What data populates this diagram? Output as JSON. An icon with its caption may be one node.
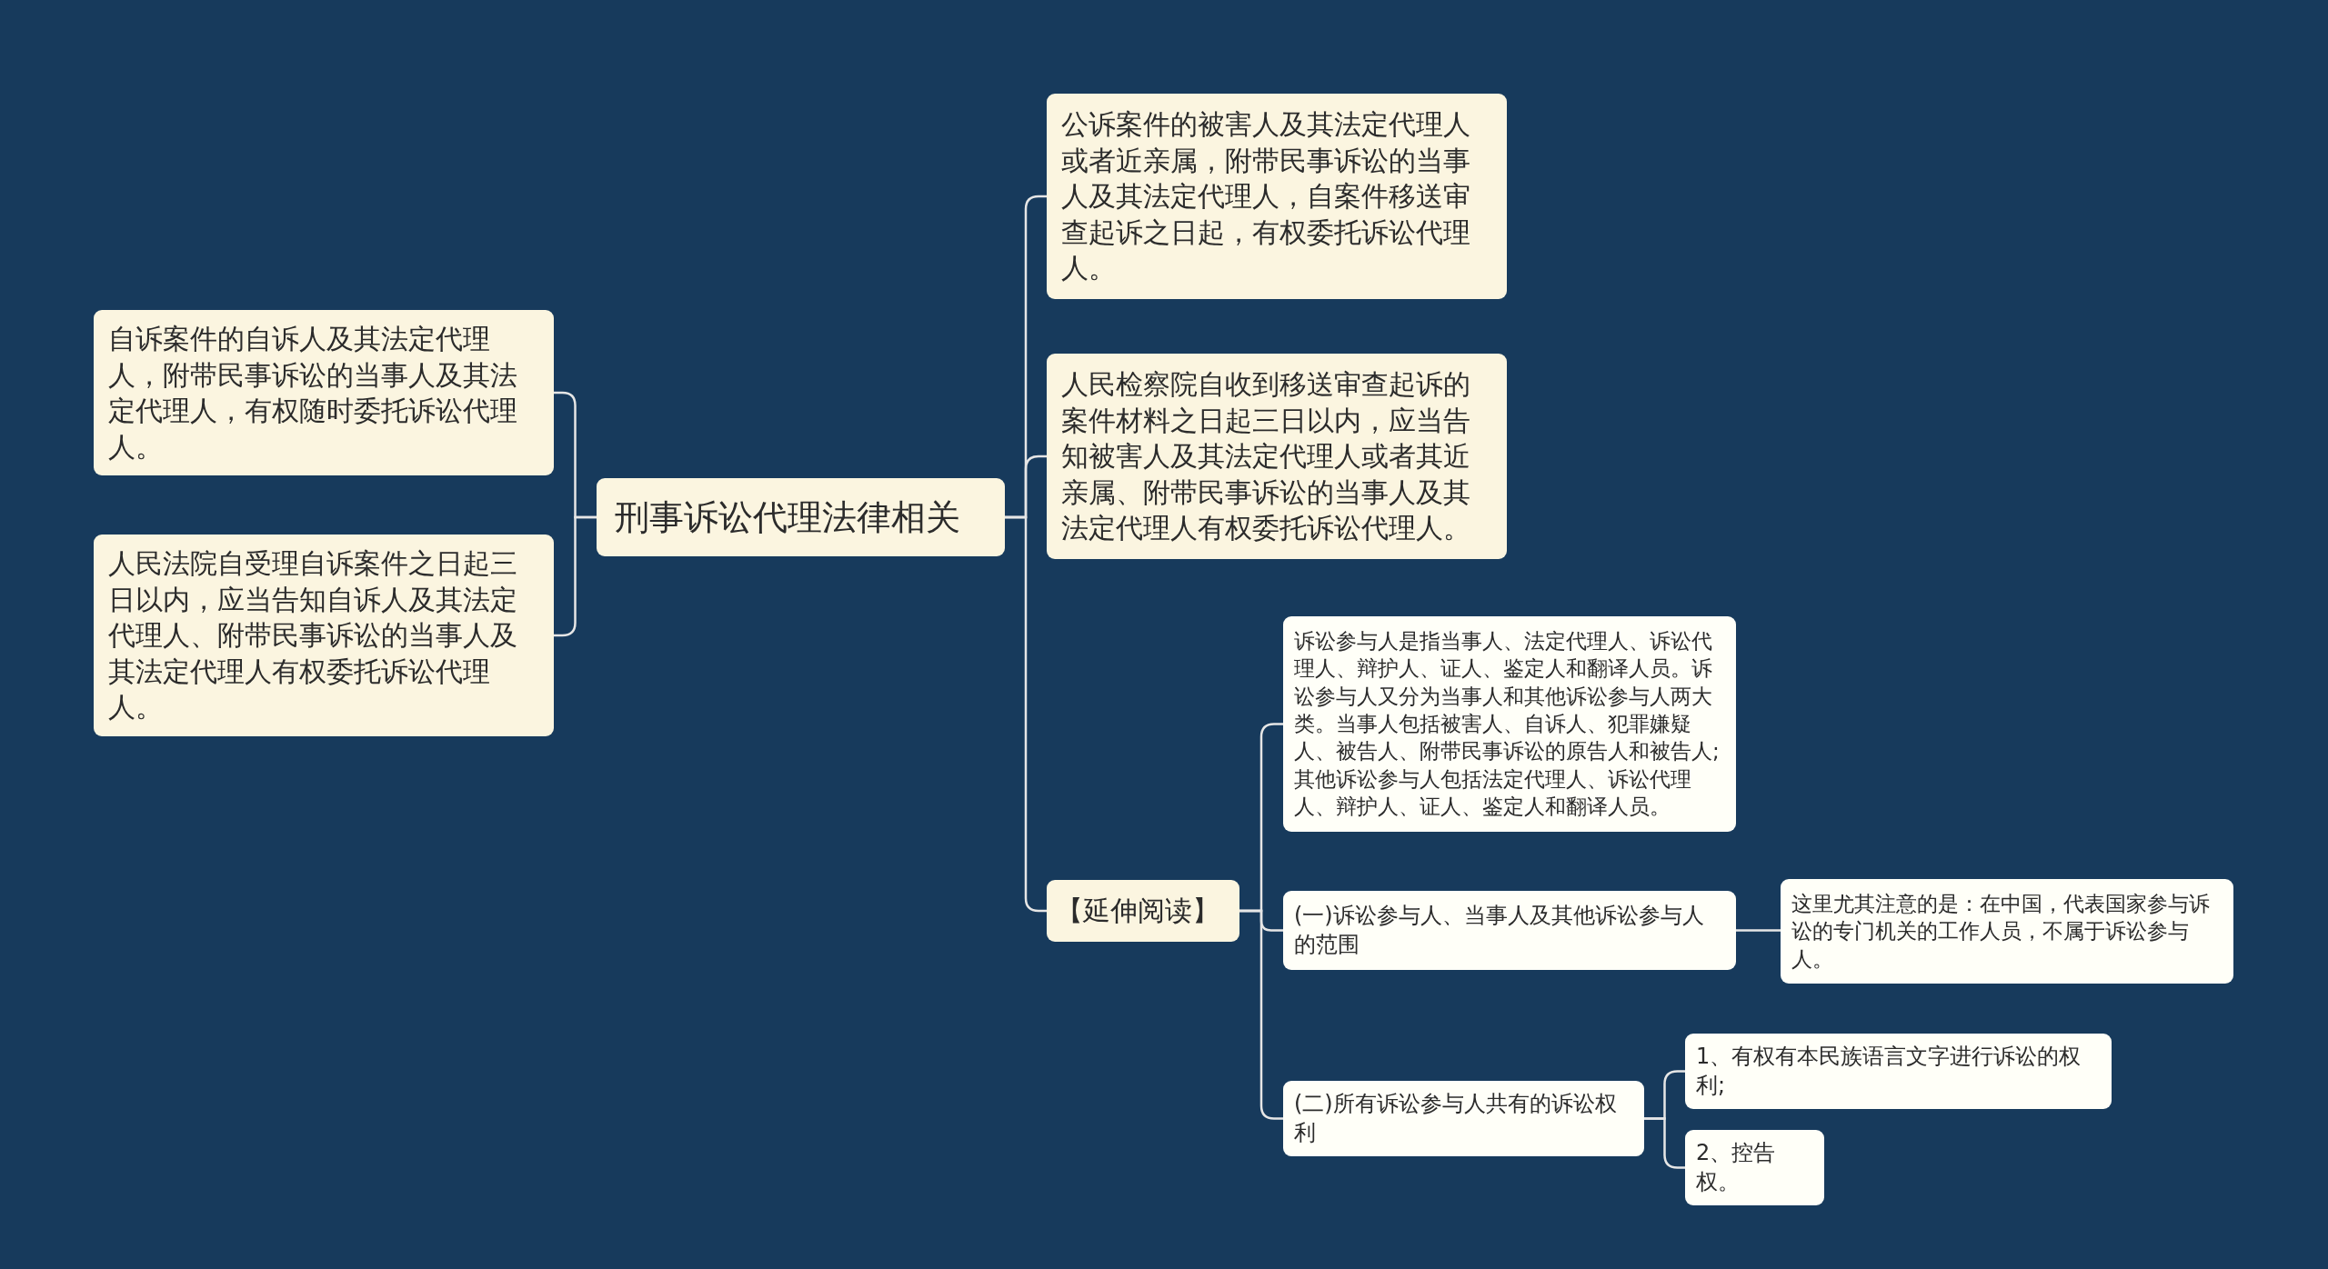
{
  "diagram": {
    "nodes": [
      {
        "text": [
          "刑事诉讼代理法律相关"
        ]
      },
      {
        "text": [
          "自诉案件的自诉人及其法定代理人，附带民事诉讼的当事人及其法定代理人，有权随时委托诉讼代理人。"
        ]
      },
      {
        "text": [
          "人民法院自受理自诉案件之日起三日以内，应当告知自诉人及其法定代理人、附带民事诉讼的当事人及其法定代理人有权委托诉讼代理人。"
        ]
      },
      {
        "text": [
          "公诉案件的被害人及其法定代理人或者近亲属，附带民事诉讼的当事人及其法定代理人，自案件移送审查起诉之日起，有权委托诉讼代理人。"
        ]
      },
      {
        "text": [
          "人民检察院自收到移送审查起诉的案件材料之日起三日以内，应当告知被害人及其法定代理人或者其近亲属、附带民事诉讼的当事人及其法定代理人有权委托诉讼代理人。"
        ]
      },
      {
        "text": [
          "【延伸阅读】"
        ]
      },
      {
        "text": [
          "诉讼参与人是指当事人、法定代理人、诉讼代理人、辩护人、证人、鉴定人和翻译人员。诉讼参与人又分为当事人和其他诉讼参与人两大类。当事人包括被害人、自诉人、犯罪嫌疑人、被告人、附带民事诉讼的原告人和被告人;其他诉讼参与人包括法定代理人、诉讼代理人、辩护人、证人、鉴定人和翻译人员。"
        ]
      },
      {
        "text": [
          "(一)诉讼参与人、当事人及其他诉讼参与人的范围"
        ]
      },
      {
        "text": [
          "这里尤其注意的是：在中国，代表国家参与诉讼的专门机关的工作人员，不属于诉讼参与人。"
        ]
      },
      {
        "text": [
          "(二)所有诉讼参与人共有的诉讼权利"
        ]
      },
      {
        "text": [
          "1、有权有本民族语言文字进行诉讼的权利;"
        ]
      },
      {
        "text": [
          "2、控告权。"
        ]
      }
    ],
    "edges": [
      {
        "from": 0,
        "to": 1,
        "arrow": "none"
      },
      {
        "from": 0,
        "to": 2,
        "arrow": "none"
      },
      {
        "from": 0,
        "to": 3,
        "arrow": "none"
      },
      {
        "from": 0,
        "to": 4,
        "arrow": "none"
      },
      {
        "from": 0,
        "to": 5,
        "arrow": "none"
      },
      {
        "from": 5,
        "to": 6,
        "arrow": "none"
      },
      {
        "from": 5,
        "to": 7,
        "arrow": "none"
      },
      {
        "from": 5,
        "to": 9,
        "arrow": "none"
      },
      {
        "from": 7,
        "to": 8,
        "arrow": "none"
      },
      {
        "from": 9,
        "to": 10,
        "arrow": "none"
      },
      {
        "from": 9,
        "to": 11,
        "arrow": "none"
      }
    ]
  }
}
